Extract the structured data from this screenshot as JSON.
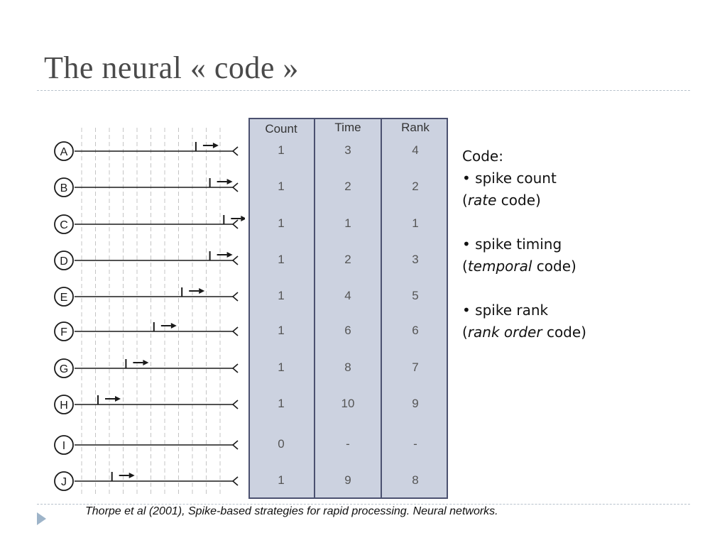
{
  "title": "The neural « code »",
  "neurons": [
    {
      "label": "A",
      "spike_time": 3
    },
    {
      "label": "B",
      "spike_time": 2
    },
    {
      "label": "C",
      "spike_time": 1
    },
    {
      "label": "D",
      "spike_time": 2
    },
    {
      "label": "E",
      "spike_time": 4
    },
    {
      "label": "F",
      "spike_time": 6
    },
    {
      "label": "G",
      "spike_time": 8
    },
    {
      "label": "H",
      "spike_time": 10
    },
    {
      "label": "I",
      "spike_time": null
    },
    {
      "label": "J",
      "spike_time": 9
    }
  ],
  "table": {
    "headers": [
      "Count",
      "Time",
      "Rank"
    ],
    "rows": [
      [
        "1",
        "3",
        "4"
      ],
      [
        "1",
        "2",
        "2"
      ],
      [
        "1",
        "1",
        "1"
      ],
      [
        "1",
        "2",
        "3"
      ],
      [
        "1",
        "4",
        "5"
      ],
      [
        "1",
        "6",
        "6"
      ],
      [
        "1",
        "8",
        "7"
      ],
      [
        "1",
        "10",
        "9"
      ],
      [
        "0",
        "-",
        "-"
      ],
      [
        "1",
        "9",
        "8"
      ]
    ]
  },
  "side_text": {
    "code_label": "Code:",
    "count_line": "• spike count",
    "count_paren_open": "(",
    "count_italic": "rate",
    "count_rest": " code)",
    "timing_line": "• spike timing",
    "timing_paren_open": "(",
    "timing_italic": "temporal",
    "timing_rest": " code)",
    "rank_line": "• spike rank",
    "rank_paren_open": "(",
    "rank_italic": "rank order",
    "rank_rest": " code)"
  },
  "citation": "Thorpe et al (2001), Spike-based strategies for rapid processing. Neural networks.",
  "colors": {
    "table_fill": "#ccd2e0",
    "table_border": "#4b5170",
    "title": "#4a4a4a",
    "footer_marker": "#9eb4c9"
  }
}
